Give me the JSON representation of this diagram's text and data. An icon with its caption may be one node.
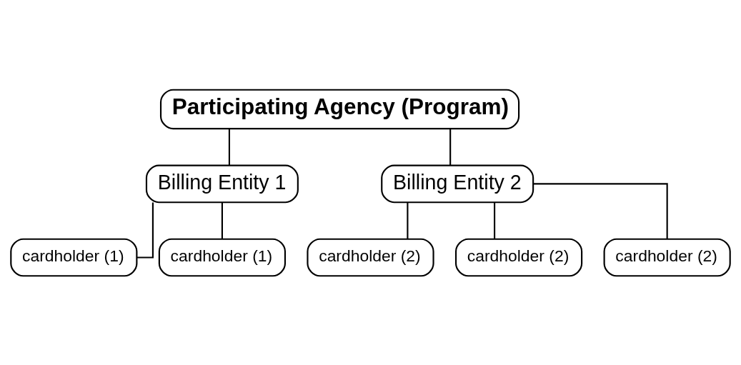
{
  "diagram": {
    "nodes": [
      {
        "text": [
          "Participating Agency (Program)"
        ]
      },
      {
        "text": [
          "Billing Entity 1"
        ]
      },
      {
        "text": [
          "Billing Entity 2"
        ]
      },
      {
        "text": [
          "cardholder (1)"
        ]
      },
      {
        "text": [
          "cardholder (1)"
        ]
      },
      {
        "text": [
          "cardholder (2)"
        ]
      },
      {
        "text": [
          "cardholder (2)"
        ]
      },
      {
        "text": [
          "cardholder (2)"
        ]
      }
    ],
    "edges": [
      {
        "from": 0,
        "to": 1,
        "arrow": "none"
      },
      {
        "from": 0,
        "to": 2,
        "arrow": "none"
      },
      {
        "from": 1,
        "to": 3,
        "arrow": "none"
      },
      {
        "from": 1,
        "to": 4,
        "arrow": "none"
      },
      {
        "from": 2,
        "to": 5,
        "arrow": "none"
      },
      {
        "from": 2,
        "to": 6,
        "arrow": "none"
      },
      {
        "from": 2,
        "to": 7,
        "arrow": "none"
      }
    ]
  }
}
